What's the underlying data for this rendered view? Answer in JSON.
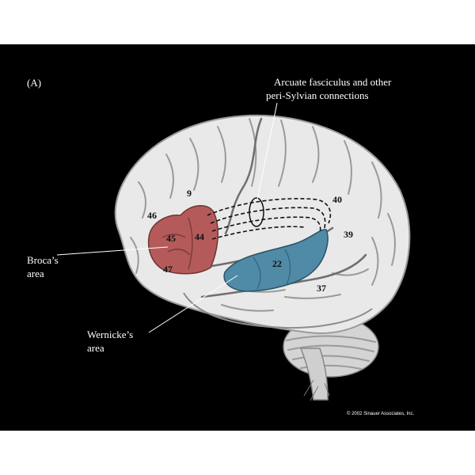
{
  "panel_label": "(A)",
  "arcuate": {
    "line1": "Arcuate fasciculus and other",
    "line2": "peri-Sylvian connections"
  },
  "broca": {
    "line1": "Broca’s",
    "line2": "area",
    "color": "#b55a5a"
  },
  "wernicke": {
    "line1": "Wernicke’s",
    "line2": "area",
    "color": "#4f8aa6"
  },
  "areas": {
    "a9": "9",
    "a46": "46",
    "a45": "45",
    "a44": "44",
    "a47": "47",
    "a22": "22",
    "a40": "40",
    "a39": "39",
    "a37": "37"
  },
  "copyright": "© 2002 Sinauer Associates, Inc."
}
